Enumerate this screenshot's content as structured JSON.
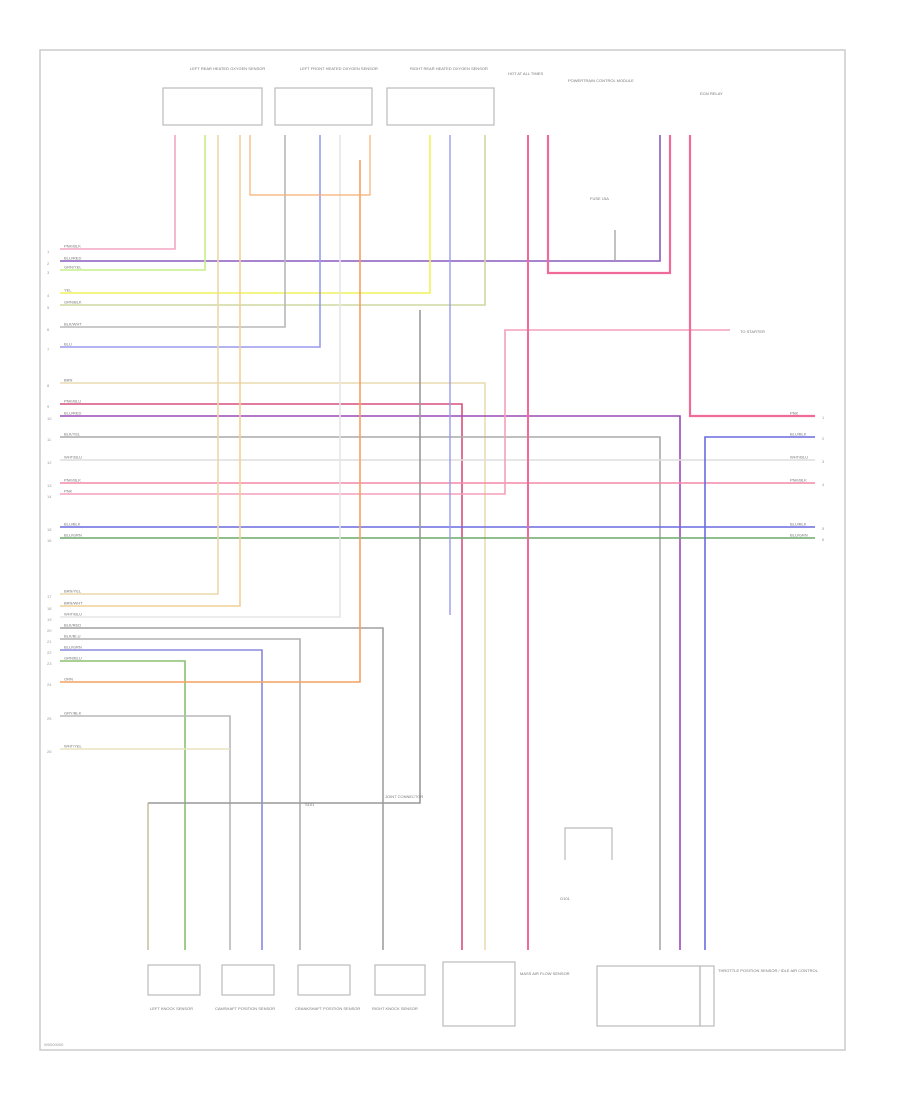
{
  "diagram_id": "W0000000",
  "components_top": [
    {
      "name": "LEFT REAR HEATED OXYGEN SENSOR"
    },
    {
      "name": "LEFT FRONT HEATED OXYGEN SENSOR"
    },
    {
      "name": "RIGHT REAR HEATED OXYGEN SENSOR"
    },
    {
      "name": "HOT AT ALL TIMES"
    },
    {
      "name": "POWERTRAIN CONTROL MODULE"
    },
    {
      "name": "ECM RELAY"
    }
  ],
  "components_bottom": [
    {
      "name": "LEFT KNOCK SENSOR"
    },
    {
      "name": "CAMSHAFT POSITION SENSOR"
    },
    {
      "name": "CRANKSHAFT POSITION SENSOR"
    },
    {
      "name": "RIGHT KNOCK SENSOR"
    },
    {
      "name": "MASS AIR FLOW SENSOR"
    },
    {
      "name": "THROTTLE POSITION SENSOR / IDLE AIR CONTROL"
    }
  ],
  "misc_labels": {
    "ground": "G101",
    "junction": "JOINT CONNECTOR",
    "splice": "S101",
    "fuse": "FUSE 15A",
    "to": "TO STARTER"
  },
  "wires_left": [
    {
      "pin": "1",
      "code": "PNK/BLK",
      "color": "#f4a6c4"
    },
    {
      "pin": "2",
      "code": "BLU/RED",
      "color": "#8a5cc0"
    },
    {
      "pin": "3",
      "code": "GRN/YEL",
      "color": "#c6ef86"
    },
    {
      "pin": "4",
      "code": "YEL",
      "color": "#f2f25a"
    },
    {
      "pin": "5",
      "code": "GRN/BLK",
      "color": "#cfd9a0"
    },
    {
      "pin": "6",
      "code": "BLK/WHT",
      "color": "#b8b8b8"
    },
    {
      "pin": "7",
      "code": "BLU",
      "color": "#9a9aee"
    },
    {
      "pin": "8",
      "code": "BRN",
      "color": "#e8dcb0"
    },
    {
      "pin": "9",
      "code": "PNK/BLU",
      "color": "#d8507c"
    },
    {
      "pin": "10",
      "code": "BLU/RED",
      "color": "#9a4ab8"
    },
    {
      "pin": "11",
      "code": "BLK/YEL",
      "color": "#aaaaaa"
    },
    {
      "pin": "12",
      "code": "WHT/BLU",
      "color": "#dddddd"
    },
    {
      "pin": "13",
      "code": "PNK/BLK",
      "color": "#f48aa8"
    },
    {
      "pin": "14",
      "code": "PNK",
      "color": "#f4a0b8"
    },
    {
      "pin": "15",
      "code": "BLU/BLK",
      "color": "#6a6ae0"
    },
    {
      "pin": "16",
      "code": "BLU/GRN",
      "color": "#6aa86a"
    },
    {
      "pin": "17",
      "code": "BRN/YEL",
      "color": "#ecd8a8"
    },
    {
      "pin": "18",
      "code": "BRN/WHT",
      "color": "#f0d098"
    },
    {
      "pin": "19",
      "code": "WHT/BLU",
      "color": "#e6e6e6"
    },
    {
      "pin": "20",
      "code": "BLK/RED",
      "color": "#a0a0a0"
    },
    {
      "pin": "21",
      "code": "BLK/BLU",
      "color": "#b0b0b0"
    },
    {
      "pin": "22",
      "code": "BLU/GRN",
      "color": "#8888e0"
    },
    {
      "pin": "23",
      "code": "GRN/BLU",
      "color": "#88c070"
    },
    {
      "pin": "24",
      "code": "ORN",
      "color": "#f5a060"
    },
    {
      "pin": "25",
      "code": "GRY/BLK",
      "color": "#b8b8b8"
    },
    {
      "pin": "26",
      "code": "WHT/YEL",
      "color": "#e8e4c0"
    }
  ],
  "wires_right": [
    {
      "pin": "1",
      "code": "PNK"
    },
    {
      "pin": "2",
      "code": "BLU/BLK"
    },
    {
      "pin": "3",
      "code": "WHT/BLU"
    },
    {
      "pin": "4",
      "code": "PNK/BLK"
    },
    {
      "pin": "5",
      "code": "BLU/BLK"
    },
    {
      "pin": "6",
      "code": "BLU/GRN"
    }
  ]
}
